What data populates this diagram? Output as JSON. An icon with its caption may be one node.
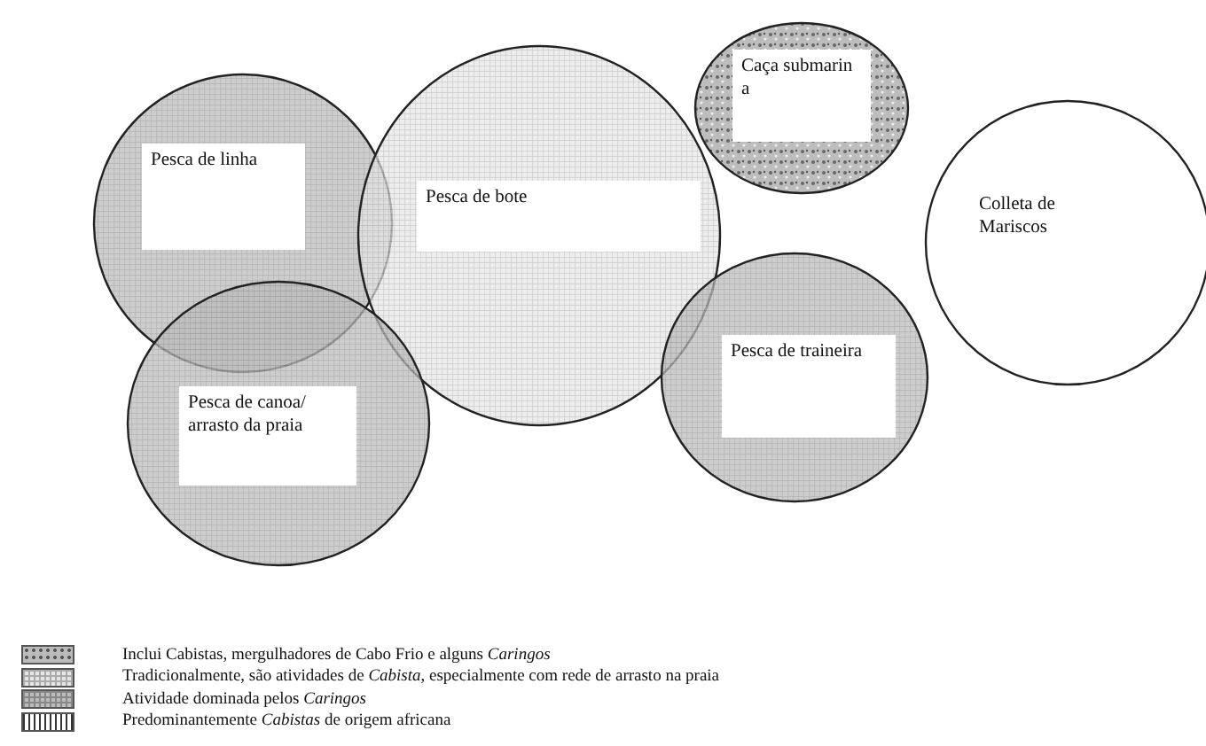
{
  "diagram": {
    "nodes": [
      {
        "text": [
          "Caça submarin a"
        ]
      },
      {
        "text": [
          "Pesca de linha"
        ]
      },
      {
        "text": [
          "Pesca de bote"
        ]
      },
      {
        "text": [
          "Colleta de Mariscos"
        ]
      },
      {
        "text": [
          "Pesca de traineira"
        ]
      },
      {
        "text": [
          "Pesca de canoa/ arrasto da praia"
        ]
      }
    ],
    "edges": [],
    "legend": [
      {
        "text": "Inclui Cabistas, mergulhadores de Cabo Frio e alguns *Caringos*"
      },
      {
        "text": "Tradicionalmente, são atividades de *Cabista*, especialmente com rede de arrasto na praia"
      },
      {
        "text": "Atividade dominada pelos *Caringos*"
      },
      {
        "text": "Predominantemente *Cabistas* de origem africana"
      }
    ]
  }
}
